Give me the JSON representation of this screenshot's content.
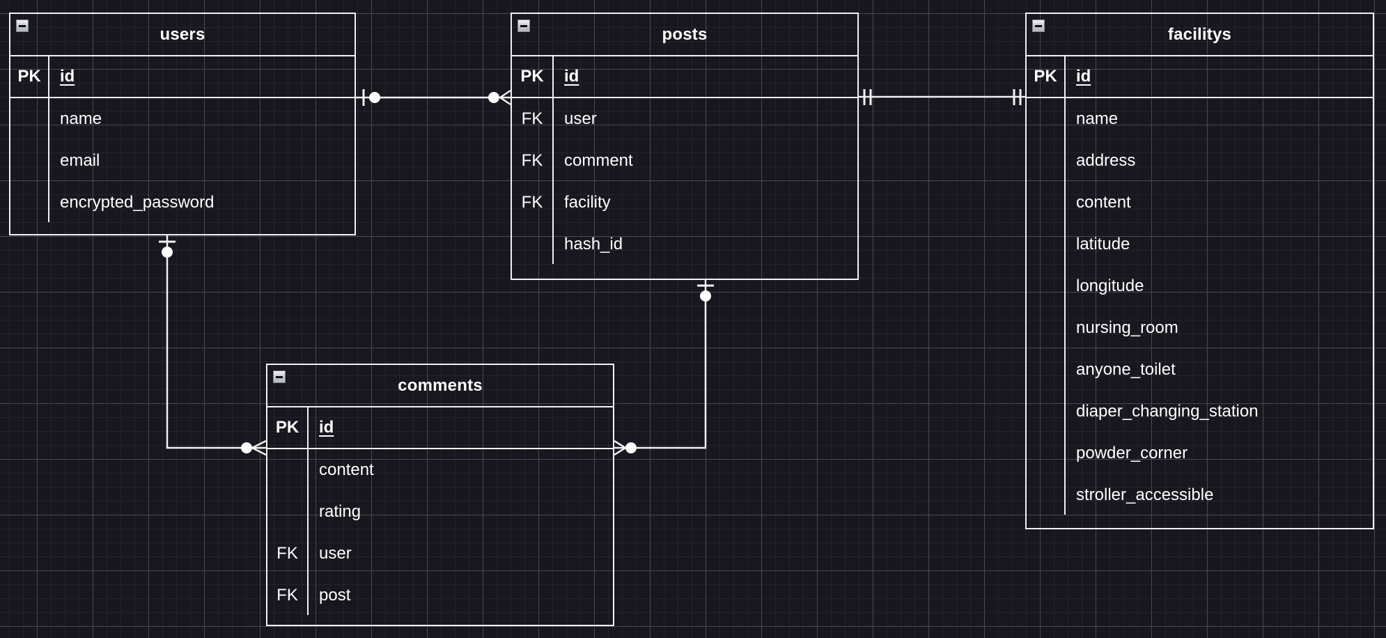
{
  "diagram": {
    "type": "entity-relationship",
    "entities": [
      {
        "title": "users",
        "rows": [
          {
            "key": "PK",
            "field": "id",
            "is_pk": true
          },
          {
            "key": "",
            "field": "name"
          },
          {
            "key": "",
            "field": "email"
          },
          {
            "key": "",
            "field": "encrypted_password"
          }
        ]
      },
      {
        "title": "posts",
        "rows": [
          {
            "key": "PK",
            "field": "id",
            "is_pk": true
          },
          {
            "key": "FK",
            "field": "user"
          },
          {
            "key": "FK",
            "field": "comment"
          },
          {
            "key": "FK",
            "field": "facility"
          },
          {
            "key": "",
            "field": "hash_id"
          }
        ]
      },
      {
        "title": "comments",
        "rows": [
          {
            "key": "PK",
            "field": "id",
            "is_pk": true
          },
          {
            "key": "",
            "field": "content"
          },
          {
            "key": "",
            "field": "rating"
          },
          {
            "key": "FK",
            "field": "user"
          },
          {
            "key": "FK",
            "field": "post"
          }
        ]
      },
      {
        "title": "facilitys",
        "rows": [
          {
            "key": "PK",
            "field": "id",
            "is_pk": true
          },
          {
            "key": "",
            "field": "name"
          },
          {
            "key": "",
            "field": "address"
          },
          {
            "key": "",
            "field": "content"
          },
          {
            "key": "",
            "field": "latitude"
          },
          {
            "key": "",
            "field": "longitude"
          },
          {
            "key": "",
            "field": "nursing_room"
          },
          {
            "key": "",
            "field": "anyone_toilet"
          },
          {
            "key": "",
            "field": "diaper_changing_station"
          },
          {
            "key": "",
            "field": "powder_corner"
          },
          {
            "key": "",
            "field": "stroller_accessible"
          }
        ]
      }
    ],
    "relationships": [
      {
        "from": "users",
        "to": "posts",
        "from_marker": "mandatory-one (bar + dot)",
        "to_marker": "zero-or-many (dot + crow's foot)"
      },
      {
        "from": "posts",
        "to": "facilitys",
        "from_marker": "exactly-one (double bar)",
        "to_marker": "exactly-one (double bar)"
      },
      {
        "from": "users",
        "to": "comments",
        "from_marker": "mandatory-one (bar + dot)",
        "to_marker": "zero-or-many (dot + crow's foot)"
      },
      {
        "from": "posts",
        "to": "comments",
        "from_marker": "mandatory-one (bar + dot)",
        "to_marker": "zero-or-many (dot + crow's foot)"
      }
    ],
    "icons": {
      "collapse": "minus-icon"
    },
    "colors": {
      "canvas_bg": "#18161e",
      "grid_minor": "#262330",
      "grid_major": "#4b4853",
      "stroke": "#f2f2f4",
      "text": "#ffffff",
      "collapse_icon_bg": "#c9ccd5"
    }
  }
}
